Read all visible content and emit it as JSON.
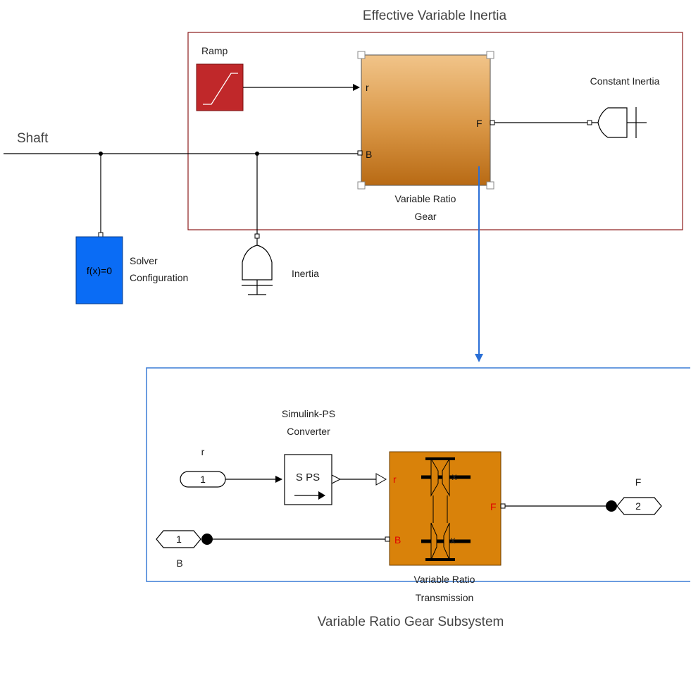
{
  "top_area": {
    "title": "Effective Variable Inertia",
    "shaft_label": "Shaft",
    "ramp_label": "Ramp",
    "gear_port_r": "r",
    "gear_port_b": "B",
    "gear_port_f": "F",
    "gear_label_line1": "Variable Ratio",
    "gear_label_line2": "Gear",
    "constant_inertia_label": "Constant Inertia",
    "solver_text": "f(x)=0",
    "solver_label_line1": "Solver",
    "solver_label_line2": "Configuration",
    "inertia_label": "Inertia"
  },
  "subsystem": {
    "title": "Variable Ratio Gear Subsystem",
    "converter_label_line1": "Simulink-PS",
    "converter_label_line2": "Converter",
    "converter_text": "S PS",
    "inport_r_number": "1",
    "inport_r_label": "r",
    "conn_b_number": "1",
    "conn_b_label": "B",
    "conn_f_number": "2",
    "conn_f_label": "F",
    "transmission_port_r": "r",
    "transmission_port_b": "B",
    "transmission_port_f": "F",
    "transmission_label_line1": "Variable Ratio",
    "transmission_label_line2": "Transmission",
    "x_mark": "x"
  },
  "colors": {
    "area_border": "#8b1a1a",
    "subsystem_border": "#3a7bd5",
    "ramp_fill": "#c0282a",
    "solver_fill": "#0a6cf5",
    "transmission_fill": "#d9820a",
    "link_arrow": "#2a6fd6"
  }
}
